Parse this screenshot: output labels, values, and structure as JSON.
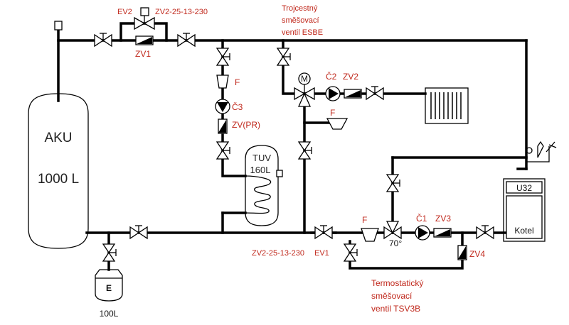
{
  "labels": {
    "aku_title": "AKU",
    "aku_volume": "1000 L",
    "tuv_title": "TUV",
    "tuv_volume": "160L",
    "expansion_letter": "E",
    "expansion_volume": "100L",
    "kotel_code": "U32",
    "kotel_name": "Kotel",
    "ev2": "EV2",
    "ev2_model": "ZV2-25-13-230",
    "zv1": "ZV1",
    "zv2": "ZV2",
    "zv3": "ZV3",
    "zv4": "ZV4",
    "zv_pr": "ZV(PR)",
    "c1": "Č1",
    "c2": "Č2",
    "c3": "Č3",
    "f_c3": "F",
    "f_c2": "F",
    "f_c1": "F",
    "motor_m": "M",
    "ev1": "EV1",
    "ev1_model": "ZV2-25-13-230",
    "temp_70": "70°",
    "esbe_line1": "Trojcestný",
    "esbe_line2": "směšovací",
    "esbe_line3": "ventil ESBE",
    "tsv_line1": "Termostatický",
    "tsv_line2": "směšovací",
    "tsv_line3": "ventil TSV3B"
  },
  "colors": {
    "pipe": "#000000",
    "label_red": "#c0281c",
    "label_dark": "#222222"
  }
}
